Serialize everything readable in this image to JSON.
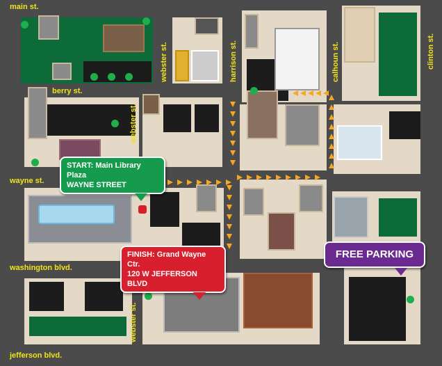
{
  "streets": {
    "main": "main st.",
    "berry": "berry st.",
    "wayne": "wayne st.",
    "washington": "washington blvd.",
    "jefferson": "jefferson blvd.",
    "webster": "webster st.",
    "harrison": "harrison st.",
    "calhoun": "calhoun st.",
    "clinton": "clinton st."
  },
  "start": {
    "line1": "START: Main Library Plaza",
    "line2": "WAYNE STREET",
    "color": "#169a4e"
  },
  "finish": {
    "line1": "FINISH: Grand Wayne Ctr.",
    "line2": "120 W JEFFERSON BLVD",
    "color": "#d81f2e"
  },
  "parking": {
    "label": "FREE PARKING",
    "color": "#6a2a8f"
  },
  "route_color": "#f5a623"
}
